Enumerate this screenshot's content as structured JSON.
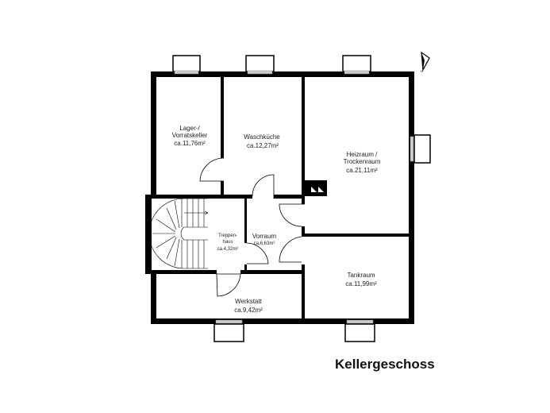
{
  "title": "Kellergeschoss",
  "north_label": "N",
  "rooms": [
    {
      "name_lines": [
        "Lager-/",
        "Vorratskeller"
      ],
      "area": "ca.11,76m²"
    },
    {
      "name_lines": [
        "Waschküche"
      ],
      "area": "ca.12,27m²"
    },
    {
      "name_lines": [
        "Heizraum /",
        "Trockenraum"
      ],
      "area": "ca.21,11m²"
    },
    {
      "name_lines": [
        "Treppen-",
        "haus"
      ],
      "area": "ca.4,32m²"
    },
    {
      "name_lines": [
        "Vorraum"
      ],
      "area": "ca.6,63m²"
    },
    {
      "name_lines": [
        "Tankraum"
      ],
      "area": "ca.11,99m²"
    },
    {
      "name_lines": [
        "Werkstatt"
      ],
      "area": "ca.9,42m²"
    }
  ],
  "colors": {
    "wall": "#000000",
    "window": "#bbbbbb"
  }
}
